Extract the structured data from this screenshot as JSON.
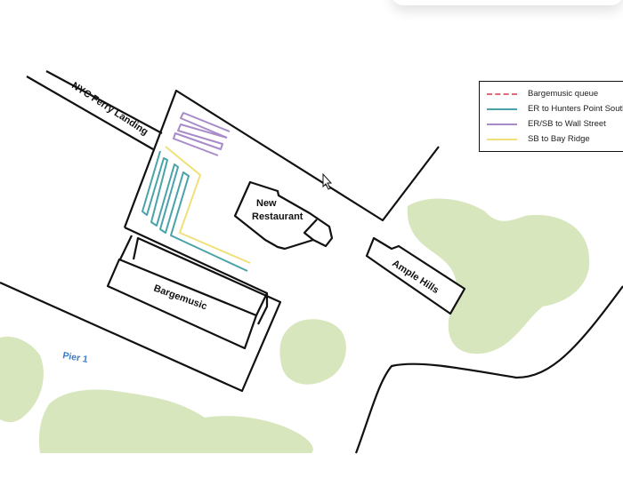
{
  "map": {
    "labels": {
      "ferry_landing": "NYC Ferry Landing",
      "new_restaurant_1": "New",
      "new_restaurant_2": "Restaurant",
      "bargemusic": "Bargemusic",
      "ample_hills": "Ample Hills",
      "pier": "Pier 1"
    }
  },
  "legend": {
    "items": [
      {
        "label": "Bargemusic queue",
        "color": "#e06a7a",
        "style": "dashed"
      },
      {
        "label": "ER to Hunters Point South",
        "color": "#4aa3a8",
        "style": "solid"
      },
      {
        "label": "ER/SB to Wall Street",
        "color": "#a98bc9",
        "style": "solid"
      },
      {
        "label": "SB to Bay Ridge",
        "color": "#efe07a",
        "style": "solid"
      }
    ]
  },
  "colors": {
    "park": "#d8e6bd",
    "pier_label": "#3b7cc6"
  }
}
